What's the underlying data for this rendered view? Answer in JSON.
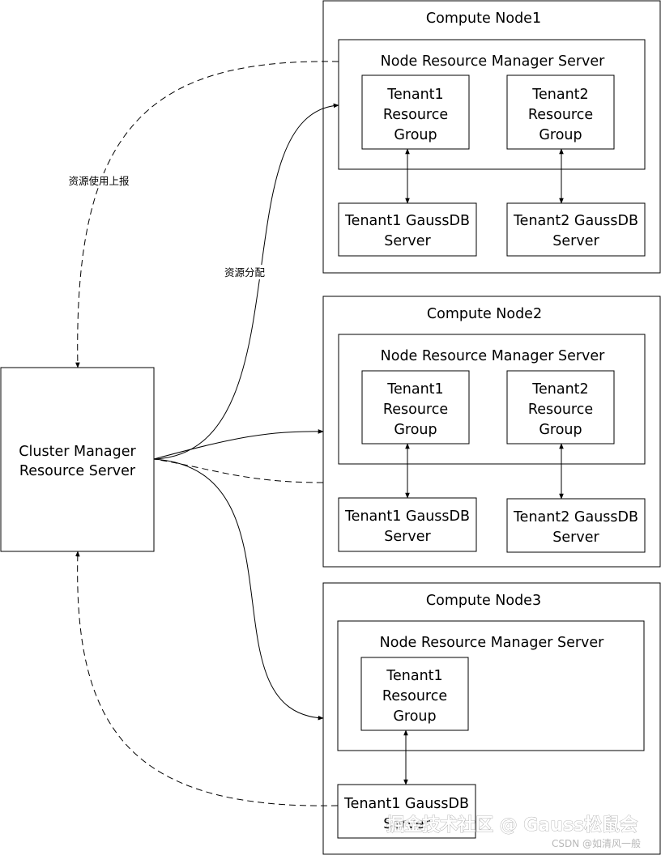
{
  "cluster_manager": {
    "line1": "Cluster Manager",
    "line2": "Resource Server"
  },
  "edge_labels": {
    "report": "资源使用上报",
    "allocate": "资源分配"
  },
  "nodes": [
    {
      "title": "Compute Node1",
      "manager": "Node Resource Manager Server",
      "groups": [
        {
          "line1": "Tenant1",
          "line2": "Resource",
          "line3": "Group"
        },
        {
          "line1": "Tenant2",
          "line2": "Resource",
          "line3": "Group"
        }
      ],
      "servers": [
        {
          "line1": "Tenant1 GaussDB",
          "line2": "Server"
        },
        {
          "line1": "Tenant2 GaussDB",
          "line2": "Server"
        }
      ]
    },
    {
      "title": "Compute Node2",
      "manager": "Node Resource Manager Server",
      "groups": [
        {
          "line1": "Tenant1",
          "line2": "Resource",
          "line3": "Group"
        },
        {
          "line1": "Tenant2",
          "line2": "Resource",
          "line3": "Group"
        }
      ],
      "servers": [
        {
          "line1": "Tenant1 GaussDB",
          "line2": "Server"
        },
        {
          "line1": "Tenant2 GaussDB",
          "line2": "Server"
        }
      ]
    },
    {
      "title": "Compute Node3",
      "manager": "Node Resource Manager Server",
      "groups": [
        {
          "line1": "Tenant1",
          "line2": "Resource",
          "line3": "Group"
        }
      ],
      "servers": [
        {
          "line1": "Tenant1 GaussDB",
          "line2": "Server"
        }
      ]
    }
  ],
  "watermark": {
    "main": "掘金技术社区 @ Gauss松鼠会",
    "sub": "CSDN @如清风一般"
  }
}
